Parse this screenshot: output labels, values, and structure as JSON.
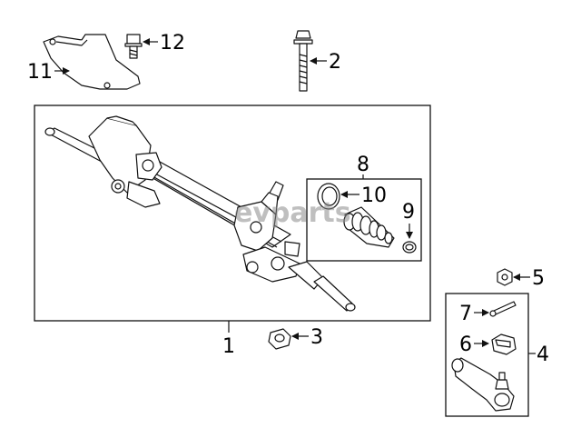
{
  "callouts": {
    "c1": "1",
    "c2": "2",
    "c3": "3",
    "c4": "4",
    "c5": "5",
    "c6": "6",
    "c7": "7",
    "c8": "8",
    "c9": "9",
    "c10": "10",
    "c11": "11",
    "c12": "12"
  },
  "watermark": "evparts"
}
